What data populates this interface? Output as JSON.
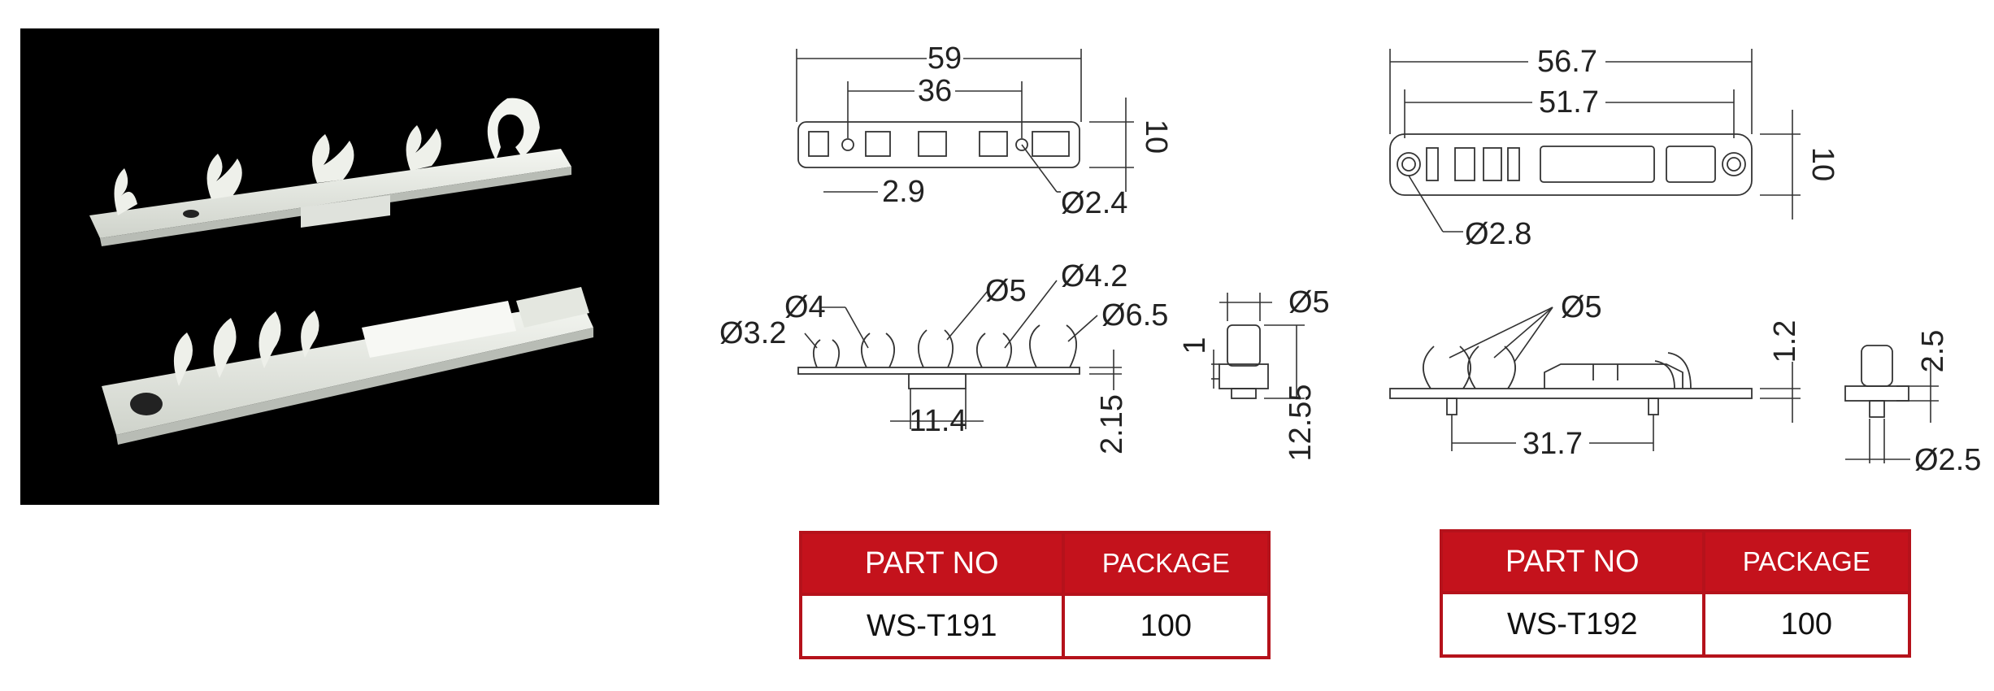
{
  "photo": {
    "alt": ""
  },
  "drawing_t191": {
    "top_view": {
      "overall_width": "59",
      "hole_spacing": "36",
      "hole_offset": "2.9",
      "hole_dia": "Ø2.4",
      "height": "10"
    },
    "side_view": {
      "clip_1": "Ø3.2",
      "clip_2": "Ø4",
      "clip_3": "Ø5",
      "clip_4": "Ø4.2",
      "clip_5": "Ø6.5",
      "peg_spacing": "11.4",
      "thickness": "2.15"
    },
    "end_view": {
      "peg_dia": "Ø5",
      "peg_step": "1",
      "total_height": "12.55"
    }
  },
  "drawing_t192": {
    "top_view": {
      "overall_width": "56.7",
      "hole_spacing": "51.7",
      "hole_dia": "Ø2.8",
      "height": "10"
    },
    "side_view": {
      "clip_dia": "Ø5",
      "thickness": "1.2",
      "peg_spacing": "31.7"
    },
    "end_view": {
      "clip_height": "2.5",
      "peg_dia": "Ø2.5"
    }
  },
  "tables": [
    {
      "headers": [
        "PART NO",
        "PACKAGE"
      ],
      "part_no": "WS-T191",
      "package": "100"
    },
    {
      "headers": [
        "PART NO",
        "PACKAGE"
      ],
      "part_no": "WS-T192",
      "package": "100"
    }
  ],
  "colors": {
    "table_header": "#c4121c",
    "table_border": "#b5121b",
    "photo_background": "#000000"
  }
}
